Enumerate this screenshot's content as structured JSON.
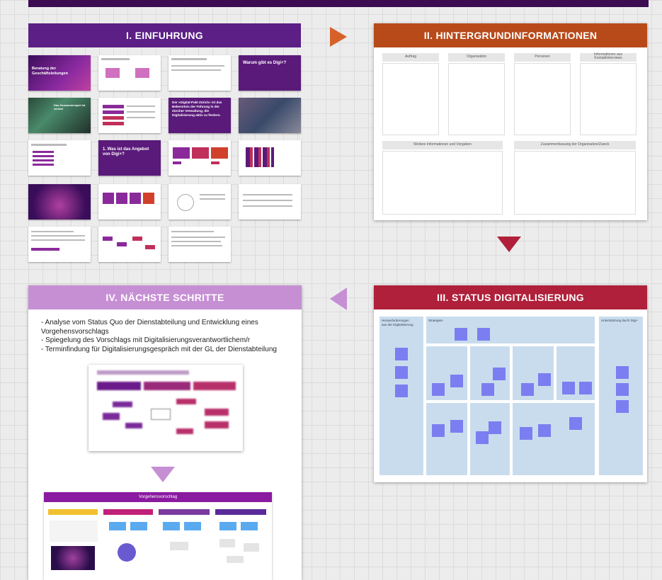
{
  "sections": {
    "one": {
      "title": "I. EINFUHRUNG",
      "color": "#5b1f86"
    },
    "two": {
      "title": "II. HINTERGRUNDINFORMATIONEN",
      "color": "#b84a1a",
      "columns": [
        "Auftrag",
        "Organisation",
        "Personen",
        "Informationen aus\nKontaktinterviews"
      ],
      "bottom": [
        "Weitere Informationen und Vorgaben",
        "Zusammenfassung der Organisation/Zweck"
      ]
    },
    "three": {
      "title": "III. STATUS DIGITALISIERUNG",
      "color": "#b0203a"
    },
    "four": {
      "title": "IV. NÄCHSTE SCHRITTE",
      "color": "#c68fd4",
      "bullets": [
        "- Analyse vom Status Quo der Dienstabteilung und Entwicklung eines Vorgehensvorschlags",
        "- Spiegelung des Vorschlags mit Digitalisierungsverantwortlichem/r",
        "- Terminfindung für Digitalisierungsgespräch mit der GL der Dienstabteilung"
      ]
    }
  },
  "slides": {
    "s1": "Beratung der Geschäftsleitungen",
    "s4": "Warum gibt es Digi+?",
    "s7": "Der «Digital-Pakt Zürich» ist das Bekenntnis der Führung in der Zürcher Verwaltung, die Digitalisierung aktiv zu fördern.",
    "s10": "1. Was ist das Angebot von Digi+?"
  },
  "bottom_board": {
    "title": "Vorgehensvorschlag"
  },
  "colors": {
    "accent": "#5b1f86",
    "note": "#7b7ef0",
    "arrow_orange": "#d6622a",
    "arrow_red": "#b0203a",
    "arrow_lilac": "#c68fd4"
  }
}
